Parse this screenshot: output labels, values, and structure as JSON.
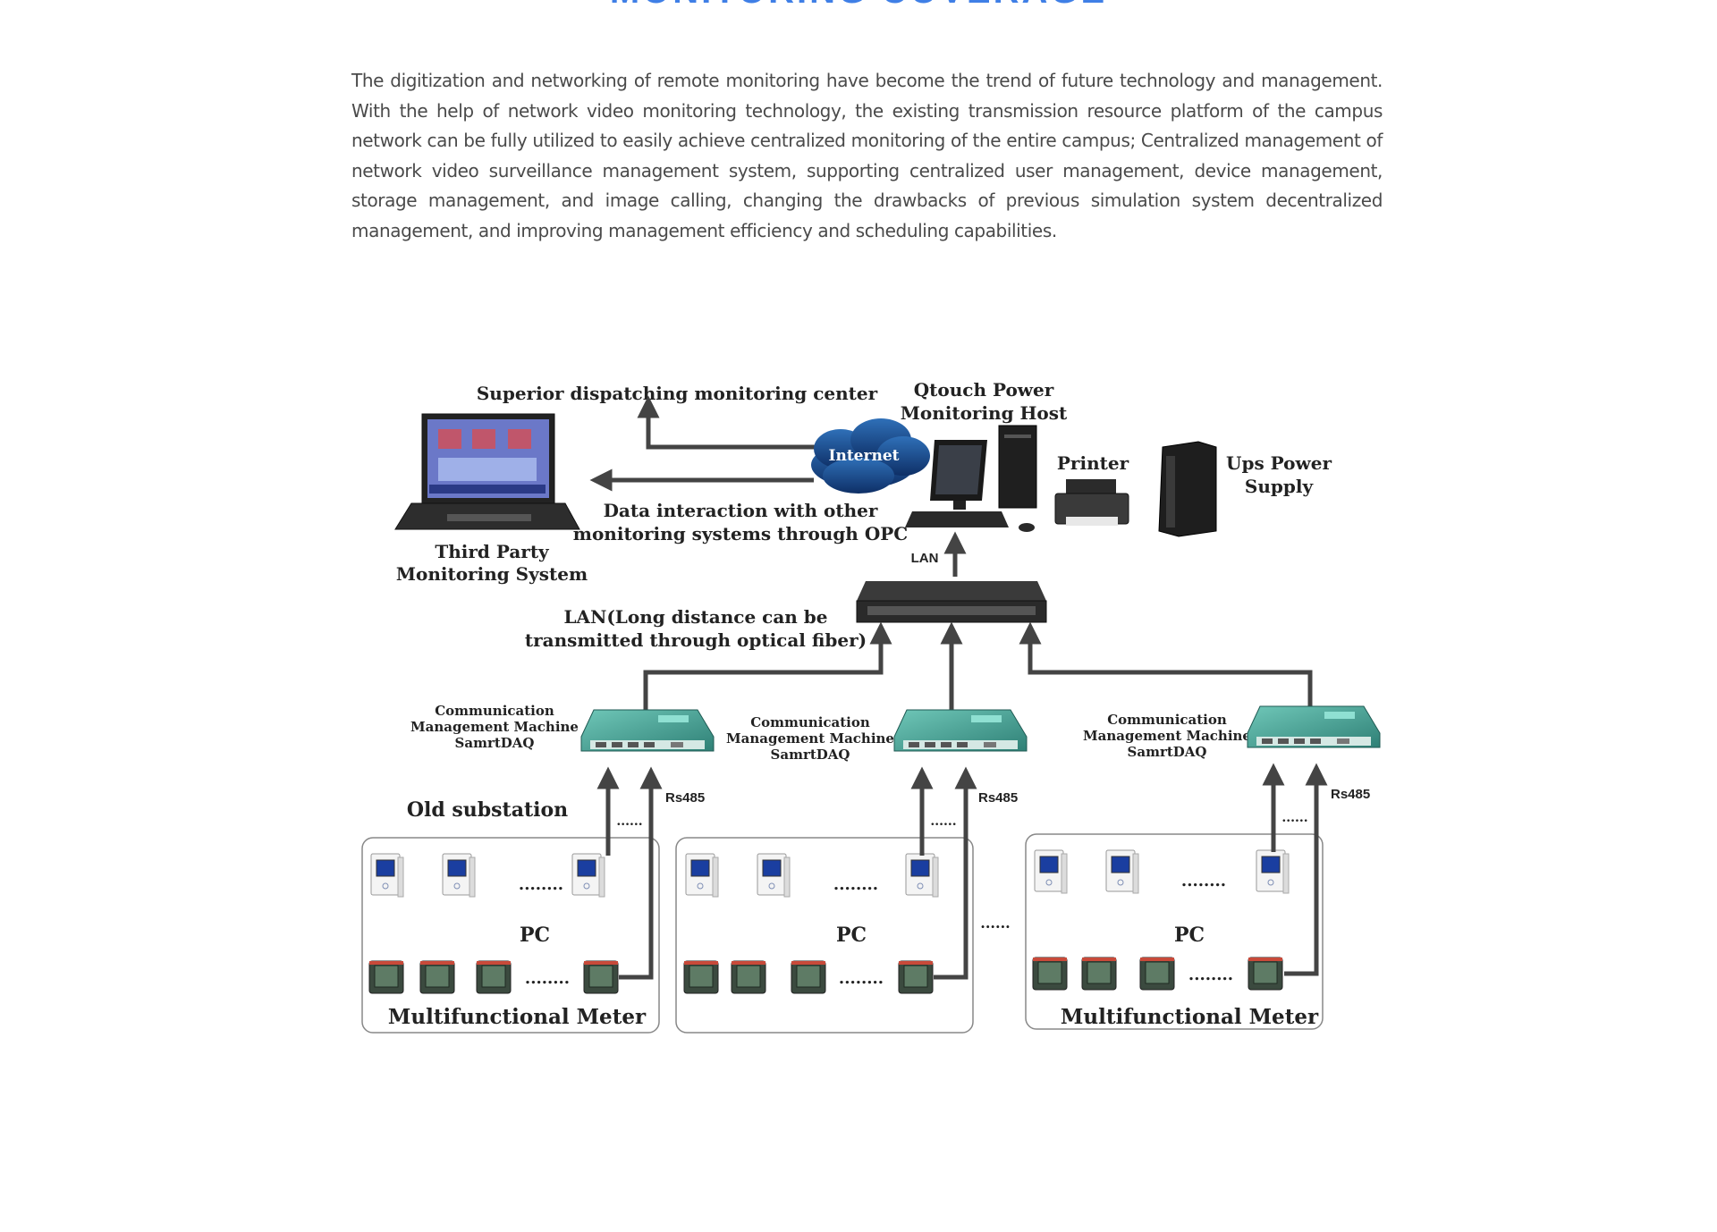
{
  "page": {
    "title": "MONITORING COVERAGE",
    "intro": "The digitization and networking of remote monitoring have become the trend of future technology and management. With the help of network video monitoring technology, the existing transmission resource platform of the campus network can be fully utilized to easily achieve centralized monitoring of the entire campus; Centralized management of network video surveillance management system, supporting centralized user management, device management, storage management, and image calling, changing the drawbacks of previous simulation system decentralized management, and improving management efficiency and scheduling capabilities."
  },
  "diagram": {
    "superior_center": "Superior dispatching monitoring center",
    "internet": "Internet",
    "host_line1": "Qtouch Power",
    "host_line2": "Monitoring Host",
    "printer": "Printer",
    "ups_line1": "Ups Power",
    "ups_line2": "Supply",
    "opc_line1": "Data interaction with other",
    "opc_line2": "monitoring systems through OPC",
    "third_party_line1": "Third Party",
    "third_party_line2": "Monitoring System",
    "lan": "LAN",
    "lan_long_line1": "LAN(Long distance can be",
    "lan_long_line2": "transmitted through optical fiber)",
    "cmm_line1": "Communication",
    "cmm_line2": "Management Machine",
    "cmm_line3": "SamrtDAQ",
    "rs485": "Rs485",
    "old_substation": "Old substation",
    "pc": "PC",
    "meter": "Multifunctional Meter",
    "dots_short": "......",
    "dots_long": "........"
  },
  "colors": {
    "accent": "#3f7fe6",
    "text": "#4a4a4a",
    "line": "#444444",
    "daq": "#3a9a8f"
  }
}
